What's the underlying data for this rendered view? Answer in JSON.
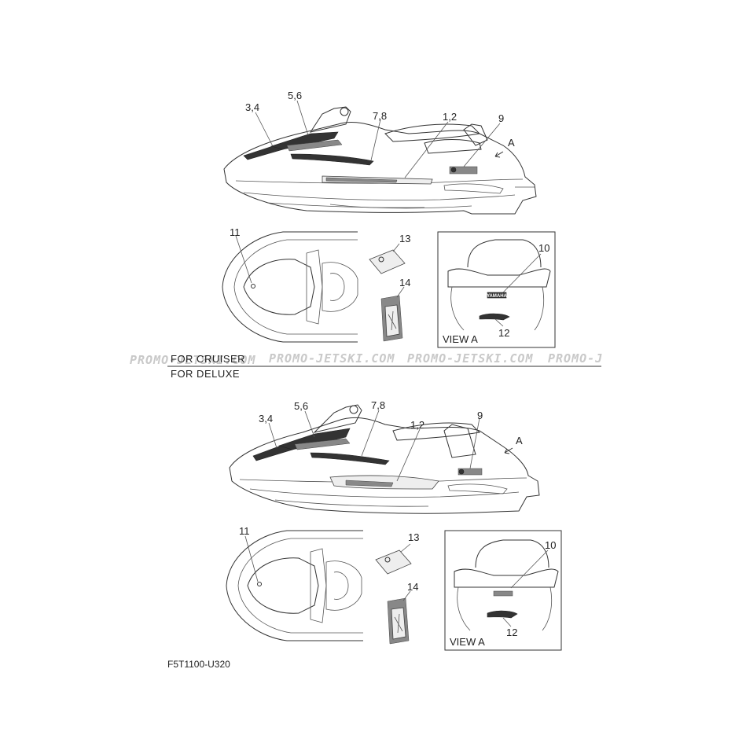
{
  "watermark": [
    "PROMO-JETSKI.COM",
    "PROMO-JETSKI.COM",
    "PROMO-JETSKI.COM",
    "PROMO-J"
  ],
  "sections": [
    {
      "title": "FOR CRUISER",
      "callouts": {
        "c34": "3,4",
        "c56": "5,6",
        "c78": "7,8",
        "c12": "1,2",
        "c9": "9",
        "cA": "A",
        "c11": "11",
        "c13": "13",
        "c14": "14",
        "c10": "10",
        "c12b": "12"
      },
      "view_label": "VIEW A"
    },
    {
      "title": "FOR DELUXE",
      "callouts": {
        "c34": "3,4",
        "c56": "5,6",
        "c78": "7,8",
        "c12": "1,2",
        "c9": "9",
        "cA": "A",
        "c11": "11",
        "c13": "13",
        "c14": "14",
        "c10": "10",
        "c12b": "12"
      },
      "view_label": "VIEW A"
    }
  ],
  "decal_text": "YAMAHA",
  "drawing_code": "F5T1100-U320"
}
